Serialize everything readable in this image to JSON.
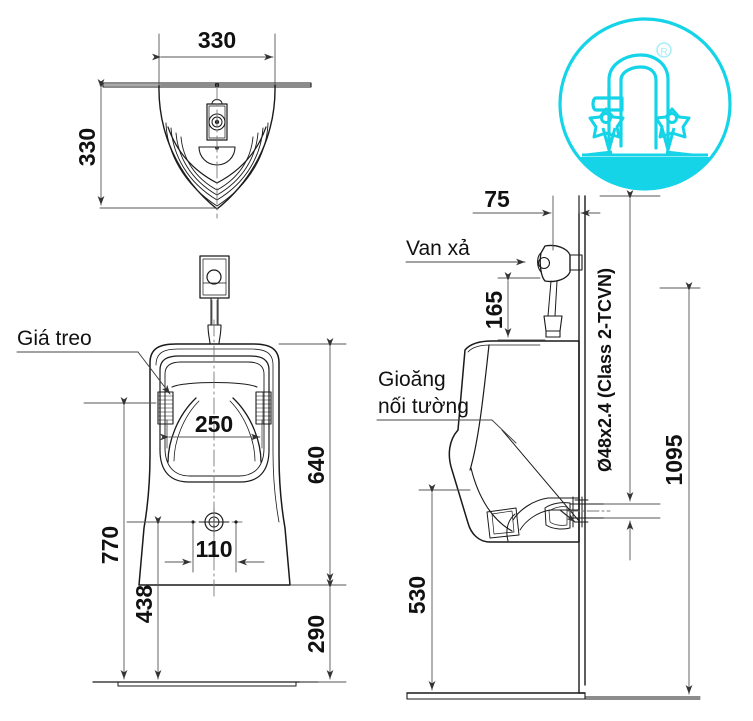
{
  "drawing": {
    "title": "Urinal technical drawing",
    "line_color": "#1a1a1a",
    "dim_color": "#555555",
    "logo_color": "#15d4e8"
  },
  "logo": {
    "name": "faucet-flower-emblem",
    "trademark": "®"
  },
  "top_view": {
    "name": "top-view",
    "dim_width": "330",
    "dim_depth": "330"
  },
  "front_view": {
    "name": "front-view",
    "label_bracket": "Giá treo",
    "dim_bowl_width": "250",
    "dim_drain_width": "110",
    "dim_height_640": "640",
    "dim_height_290": "290",
    "dim_height_770": "770",
    "dim_height_438": "438"
  },
  "side_view": {
    "name": "side-view",
    "label_flush_valve": "Van xả",
    "label_wall_gasket_line1": "Gioăng",
    "label_wall_gasket_line2": "nối tường",
    "label_pipe_spec": "Ø48x2.4 (Class 2-TCVN)",
    "dim_offset_75": "75",
    "dim_height_165": "165",
    "dim_height_530": "530",
    "dim_height_1095": "1095"
  }
}
